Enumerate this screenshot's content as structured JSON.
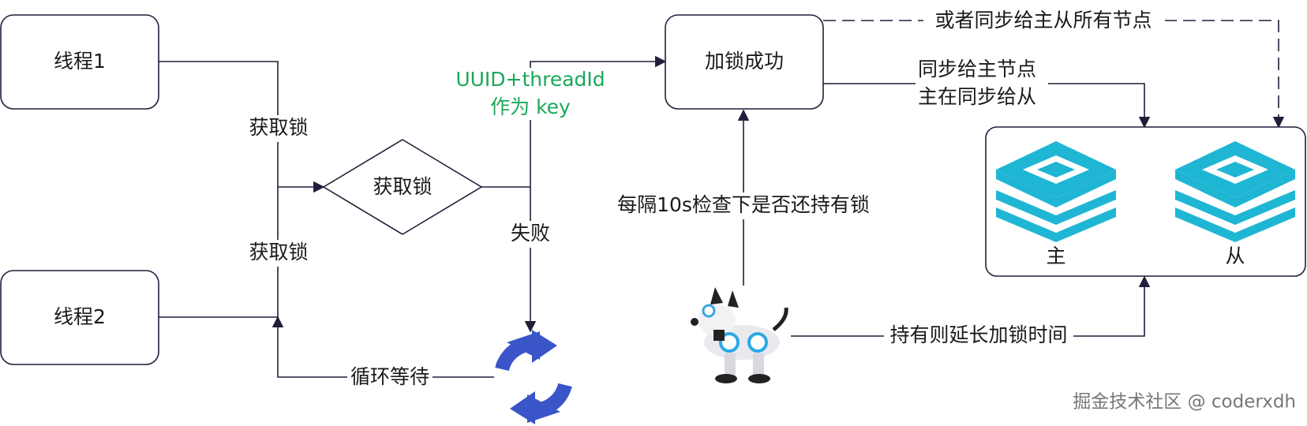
{
  "nodes": {
    "thread1": "线程1",
    "thread2": "线程2",
    "acquire_diamond": "获取锁",
    "lock_success": "加锁成功",
    "master": "主",
    "slave": "从"
  },
  "labels": {
    "acquire_top": "获取锁",
    "acquire_bottom": "获取锁",
    "key_line1": "UUID+threadId",
    "key_line2": "作为 key",
    "fail": "失败",
    "loop_wait": "循环等待",
    "check": "每隔10s检查下是否还持有锁",
    "sync_all": "或者同步给主从所有节点",
    "sync_master_line1": "同步给主节点",
    "sync_master_line2": "主在同步给从",
    "extend": "持有则延长加锁时间"
  },
  "watermark": "掘金技术社区 @ coderxdh",
  "colors": {
    "stroke": "#1f1f3a",
    "key_text": "#1aa85a",
    "redis": "#1fb6d4",
    "refresh": "#3a55c8"
  },
  "icons": [
    "redis-master-icon",
    "redis-slave-icon",
    "refresh-loop-icon",
    "watchdog-robot-dog-icon"
  ]
}
